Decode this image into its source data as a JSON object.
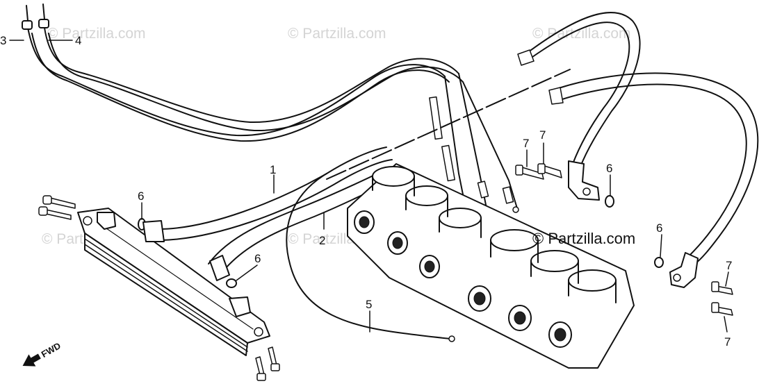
{
  "watermarks": [
    "© Partzilla.com",
    "© Partzilla.com",
    "© Partzilla.com",
    "© Partzilla",
    "© Partzilla"
  ],
  "brand_label": "© Partzilla.com",
  "fwd_label": "FWD",
  "callouts": {
    "c1": "1",
    "c2": "2",
    "c3": "3",
    "c4": "4",
    "c5": "5",
    "c6a": "6",
    "c6b": "6",
    "c6c": "6",
    "c6d": "6",
    "c7a": "7",
    "c7b": "7",
    "c7c": "7",
    "c7d": "7"
  }
}
